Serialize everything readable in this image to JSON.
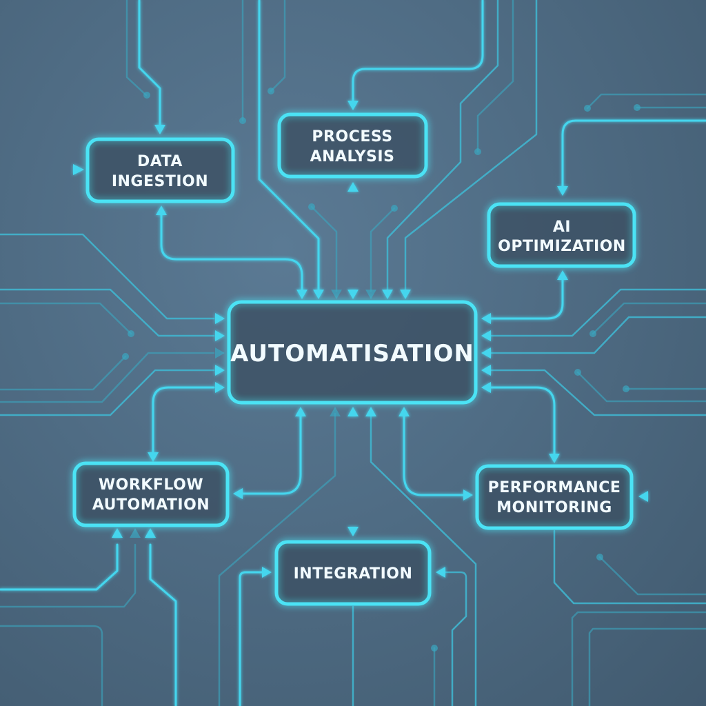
{
  "diagram": {
    "title": "AUTOMATISATION",
    "colors": {
      "background": "#4f6c84",
      "node_border": "#4be3f5",
      "trace_bright": "#45d6ee",
      "trace_dim": "#3aa6c0",
      "text": "#f2fbff"
    },
    "center_node": {
      "label": "AUTOMATISATION"
    },
    "nodes": [
      {
        "id": "data-ingestion",
        "line1": "DATA",
        "line2": "INGESTION"
      },
      {
        "id": "process-analysis",
        "line1": "PROCESS",
        "line2": "ANALYSIS"
      },
      {
        "id": "ai-optimization",
        "line1": "AI",
        "line2": "OPTIMIZATION"
      },
      {
        "id": "workflow-automation",
        "line1": "WORKFLOW",
        "line2": "AUTOMATION"
      },
      {
        "id": "performance-monitoring",
        "line1": "PERFORMANCE",
        "line2": "MONITORING"
      },
      {
        "id": "integration",
        "line1": "INTEGRATION"
      }
    ],
    "connections": [
      {
        "from": "data-ingestion",
        "to": "automatisation",
        "type": "bidirectional"
      },
      {
        "from": "process-analysis",
        "to": "automatisation",
        "type": "bidirectional"
      },
      {
        "from": "ai-optimization",
        "to": "automatisation",
        "type": "bidirectional"
      },
      {
        "from": "workflow-automation",
        "to": "automatisation",
        "type": "bidirectional"
      },
      {
        "from": "performance-monitoring",
        "to": "automatisation",
        "type": "bidirectional"
      },
      {
        "from": "integration",
        "to": "automatisation",
        "type": "bidirectional"
      }
    ]
  }
}
